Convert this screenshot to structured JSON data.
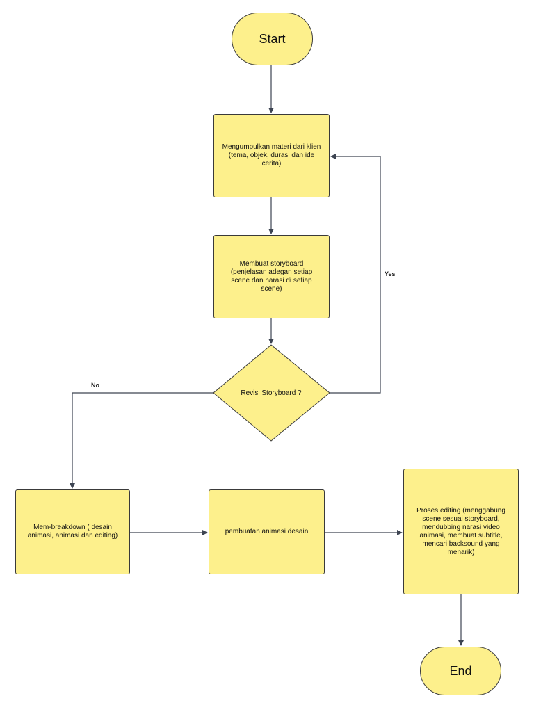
{
  "colors": {
    "node_fill": "#fdf08c",
    "node_stroke": "#3a3a3a",
    "edge": "#3d4452"
  },
  "nodes": {
    "start": "Start",
    "collect": "Mengumpulkan materi dari klien (tema, objek, durasi dan ide cerita)",
    "storyboard": "Membuat storyboard (penjelasan adegan setiap scene dan narasi di setiap scene)",
    "decision": "Revisi Storyboard ?",
    "breakdown": "Mem-breakdown ( desain animasi, animasi dan editing)",
    "animation": "pembuatan animasi desain",
    "editing": "Proses editing (menggabung scene sesuai storyboard, mendubbing narasi video animasi, membuat subtitle, mencari backsound yang menarik)",
    "end": "End"
  },
  "edges": {
    "yes_label": "Yes",
    "no_label": "No"
  }
}
